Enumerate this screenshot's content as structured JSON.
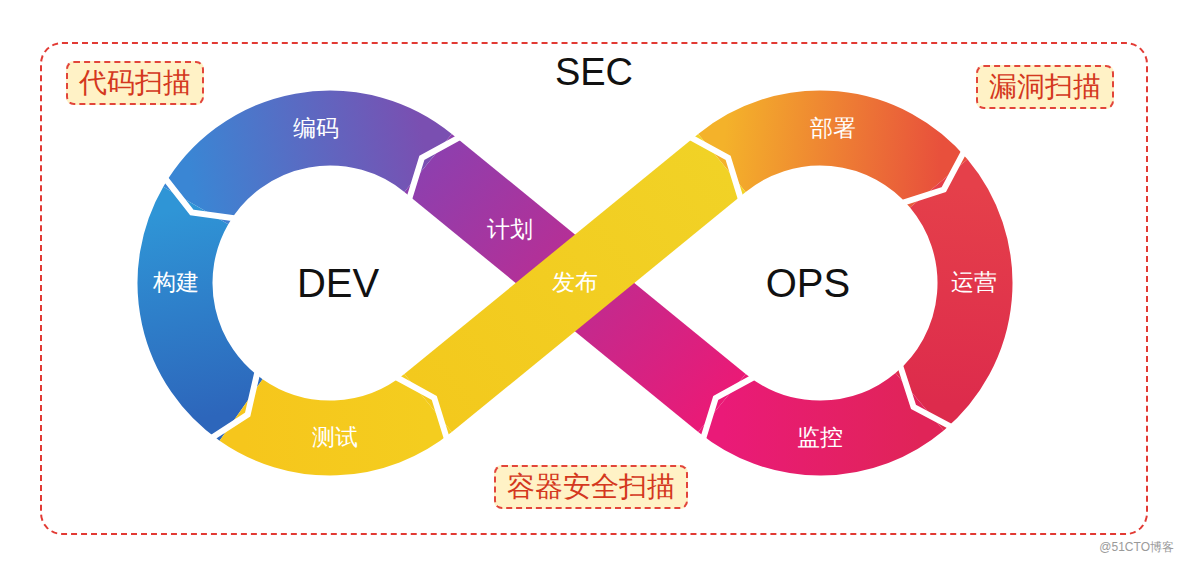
{
  "diagram": {
    "nodes": [
      {
        "text": [
          "SEC"
        ]
      },
      {
        "text": [
          "代码扫描"
        ],
        "in": 0
      },
      {
        "text": [
          "漏洞扫描"
        ],
        "in": 0
      },
      {
        "text": [
          "编码"
        ],
        "in": 0
      },
      {
        "text": [
          "部署"
        ],
        "in": 0
      },
      {
        "text": [
          "计划"
        ],
        "in": 0
      },
      {
        "text": [
          "构建"
        ],
        "in": 0
      },
      {
        "text": [
          "发布"
        ],
        "in": 0
      },
      {
        "text": [
          "运营"
        ],
        "in": 0
      },
      {
        "text": [
          "测试"
        ],
        "in": 0
      },
      {
        "text": [
          "监控"
        ],
        "in": 0
      },
      {
        "text": [
          "容器安全扫描"
        ],
        "in": 0
      }
    ],
    "labels": [
      "DEV",
      "OPS",
      "@51CTO博客"
    ]
  }
}
